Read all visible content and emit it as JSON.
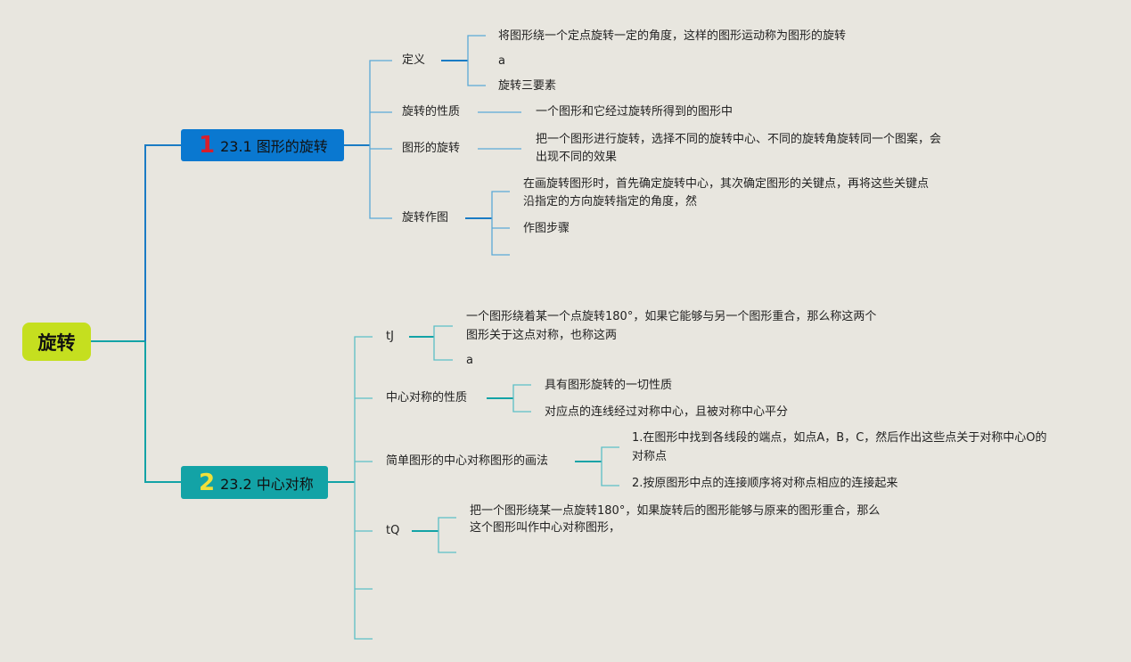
{
  "colors": {
    "background": "#e8e6df",
    "root": "#c5df1f",
    "branch1": "#0a78d0",
    "branch2": "#13a3a6",
    "num1": "#d81e2c",
    "num2": "#f0e03a"
  },
  "root": {
    "label": "旋转"
  },
  "branches": [
    {
      "num": "1",
      "label": "23.1 图形的旋转",
      "children": [
        {
          "label": "定义",
          "leaves": [
            "将图形绕一个定点旋转一定的角度，这样的图形运动称为图形的旋转",
            "a",
            "旋转三要素"
          ]
        },
        {
          "label": "旋转的性质",
          "leaves": [
            "一个图形和它经过旋转所得到的图形中"
          ]
        },
        {
          "label": "图形的旋转",
          "leaves": [
            "把一个图形进行旋转，选择不同的旋转中心、不同的旋转角旋转同一个图案，会",
            "出现不同的效果"
          ]
        },
        {
          "label": "旋转作图",
          "leaves": [
            "在画旋转图形时，首先确定旋转中心，其次确定图形的关键点，再将这些关键点",
            "沿指定的方向旋转指定的角度，然",
            "作图步骤"
          ]
        }
      ]
    },
    {
      "num": "2",
      "label": "23.2 中心对称",
      "children": [
        {
          "label": "tJ",
          "leaves": [
            "一个图形绕着某一个点旋转180°，如果它能够与另一个图形重合，那么称这两个",
            "图形关于这点对称，也称这两",
            "a"
          ]
        },
        {
          "label": "中心对称的性质",
          "leaves": [
            "具有图形旋转的一切性质",
            "对应点的连线经过对称中心，且被对称中心平分"
          ]
        },
        {
          "label": "简单图形的中心对称图形的画法",
          "leaves": [
            "1.在图形中找到各线段的端点，如点A，B，C，然后作出这些点关于对称中心O的",
            "对称点",
            "2.按原图形中点的连接顺序将对称点相应的连接起来"
          ]
        },
        {
          "label": "tQ",
          "leaves": [
            "把一个图形绕某一点旋转180°，如果旋转后的图形能够与原来的图形重合，那么",
            "这个图形叫作中心对称图形，"
          ]
        }
      ]
    }
  ]
}
